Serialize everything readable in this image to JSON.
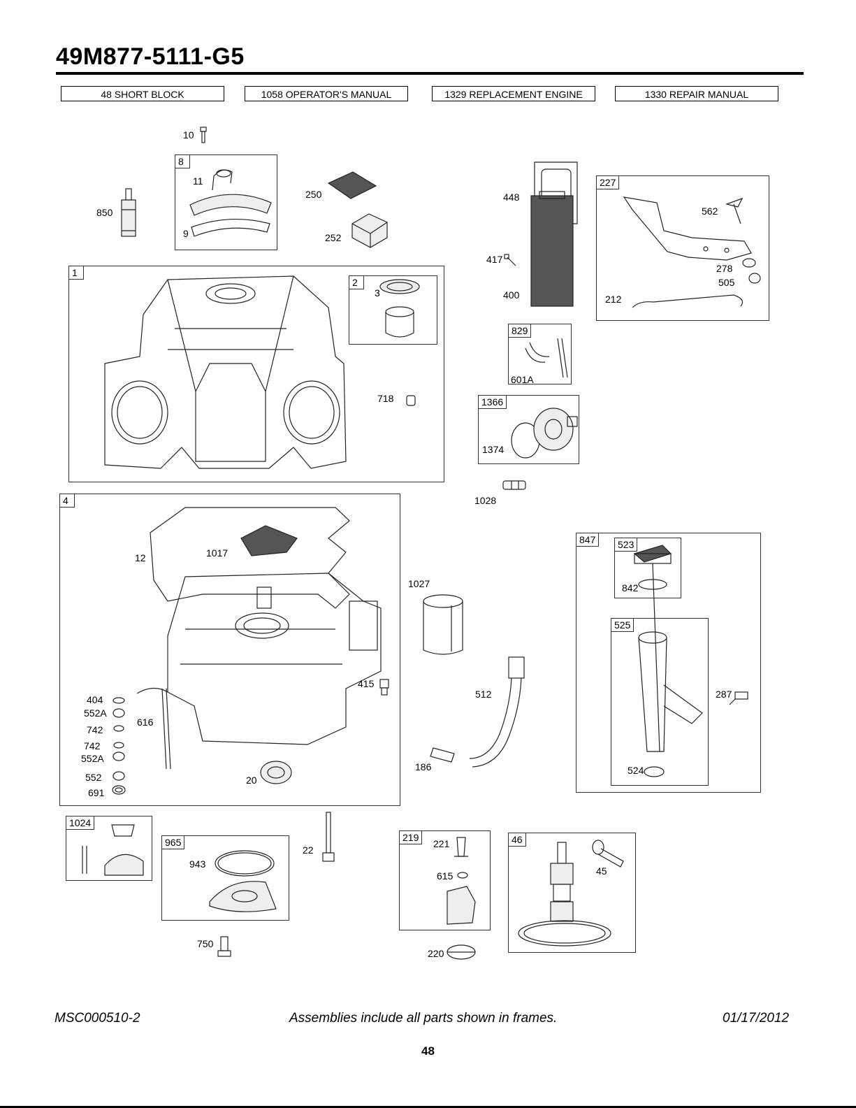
{
  "title": "49M877-5111-G5",
  "header_links": [
    "48 SHORT BLOCK",
    "1058 OPERATOR'S MANUAL",
    "1329 REPLACEMENT ENGINE",
    "1330 REPAIR MANUAL"
  ],
  "frames": {
    "f8": "8",
    "f1": "1",
    "f2": "2",
    "f227": "227",
    "f829": "829",
    "f1366": "1366",
    "f4": "4",
    "f847": "847",
    "f523": "523",
    "f525": "525",
    "f1024": "1024",
    "f965": "965",
    "f219": "219",
    "f46": "46"
  },
  "labels": {
    "p10": "10",
    "p11": "11",
    "p9": "9",
    "p850": "850",
    "p250": "250",
    "p252": "252",
    "p3": "3",
    "p718": "718",
    "p448": "448",
    "p417": "417",
    "p400": "400",
    "p601A": "601A",
    "p1374": "1374",
    "p1028": "1028",
    "p562": "562",
    "p278": "278",
    "p505": "505",
    "p212": "212",
    "p12": "12",
    "p1017": "1017",
    "p1027": "1027",
    "p415": "415",
    "p404": "404",
    "p552A_1": "552A",
    "p742_1": "742",
    "p616": "616",
    "p742_2": "742",
    "p552A_2": "552A",
    "p552": "552",
    "p691": "691",
    "p20": "20",
    "p512": "512",
    "p186": "186",
    "p842": "842",
    "p287": "287",
    "p524": "524",
    "p943": "943",
    "p22": "22",
    "p750": "750",
    "p221": "221",
    "p615": "615",
    "p220": "220",
    "p45": "45"
  },
  "footer": {
    "left": "MSC000510-2",
    "center": "Assemblies include all parts shown in frames.",
    "right": "01/17/2012",
    "page": "48"
  }
}
